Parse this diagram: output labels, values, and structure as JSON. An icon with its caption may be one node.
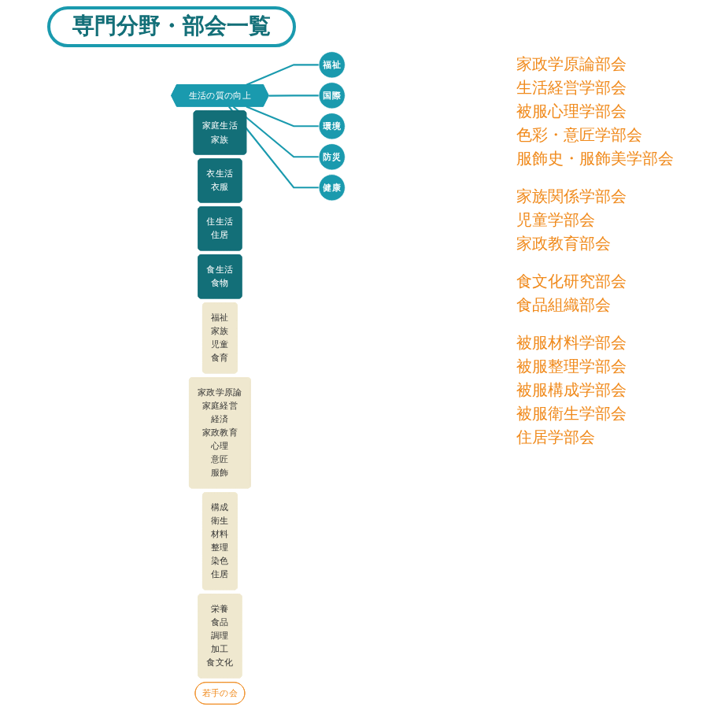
{
  "diagram": {
    "title": "専門分野・部会一覧",
    "nodes": [
      {
        "text": [
          "生活の質の向上"
        ]
      },
      {
        "text": [
          "福祉"
        ]
      },
      {
        "text": [
          "国際"
        ]
      },
      {
        "text": [
          "環境"
        ]
      },
      {
        "text": [
          "防災"
        ]
      },
      {
        "text": [
          "健康"
        ]
      },
      {
        "text": [
          "家庭生活",
          "家族"
        ]
      },
      {
        "text": [
          "衣生活",
          "衣服"
        ]
      },
      {
        "text": [
          "住生活",
          "住居"
        ]
      },
      {
        "text": [
          "食生活",
          "食物"
        ]
      },
      {
        "text": [
          "福祉",
          "家族",
          "児童",
          "食育"
        ]
      },
      {
        "text": [
          "家政学原論",
          "家庭経営",
          "経済",
          "家政教育",
          "心理",
          "意匠",
          "服飾"
        ]
      },
      {
        "text": [
          "構成",
          "衛生",
          "材料",
          "整理",
          "染色",
          "住居"
        ]
      },
      {
        "text": [
          "栄養",
          "食品",
          "調理",
          "加工",
          "食文化"
        ]
      },
      {
        "text": [
          "若手の会"
        ]
      }
    ],
    "edges": [
      {
        "from": 0,
        "to": 1,
        "arrow": "none"
      },
      {
        "from": 0,
        "to": 2,
        "arrow": "none"
      },
      {
        "from": 0,
        "to": 3,
        "arrow": "none"
      },
      {
        "from": 0,
        "to": 4,
        "arrow": "none"
      },
      {
        "from": 0,
        "to": 5,
        "arrow": "none"
      }
    ],
    "labels": [
      "家政学原論部会",
      "生活経営学部会",
      "被服心理学部会",
      "色彩・意匠学部会",
      "服飾史・服飾美学部会",
      "家族関係学部会",
      "児童学部会",
      "家政教育部会",
      "食文化研究部会",
      "食品組織部会",
      "被服材料学部会",
      "被服整理学部会",
      "被服構成学部会",
      "被服衛生学部会",
      "住居学部会"
    ]
  }
}
